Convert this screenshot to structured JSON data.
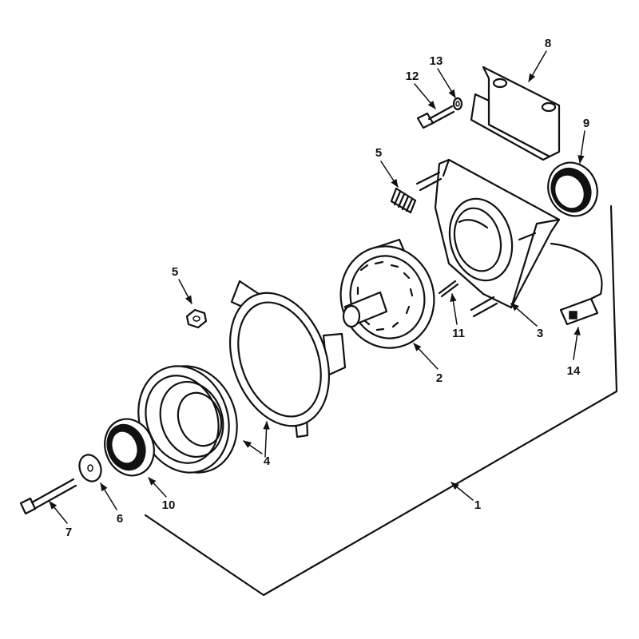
{
  "callouts": {
    "c1": "1",
    "c2": "2",
    "c3": "3",
    "c4": "4",
    "c5a": "5",
    "c5b": "5",
    "c6": "6",
    "c7": "7",
    "c8": "8",
    "c9": "9",
    "c10": "10",
    "c11": "11",
    "c12": "12",
    "c13": "13",
    "c14": "14"
  }
}
